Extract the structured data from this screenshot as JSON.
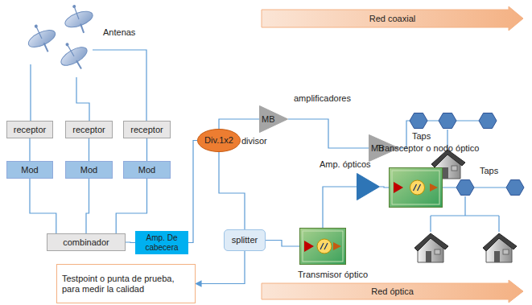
{
  "diagram": {
    "nodes": [
      {
        "text": [
          "Red coaxial"
        ]
      },
      {
        "text": [
          "receptor"
        ]
      },
      {
        "text": [
          "receptor"
        ]
      },
      {
        "text": [
          "receptor"
        ]
      },
      {
        "text": [
          "Mod"
        ]
      },
      {
        "text": [
          "Mod"
        ]
      },
      {
        "text": [
          "Mod"
        ]
      },
      {
        "text": [
          "Div.1x2",
          "divisor"
        ]
      },
      {
        "text": [
          "MB"
        ]
      },
      {
        "text": [
          "MB"
        ]
      },
      {
        "text": [
          "Transceptor o nodo óptico"
        ]
      },
      {
        "text": [
          "Amp. ópticos"
        ]
      },
      {
        "text": [
          "combinador"
        ]
      },
      {
        "text": [
          "Amp. De cabecera"
        ]
      },
      {
        "text": [
          "splitter"
        ]
      },
      {
        "text": [
          "Transmisor óptico"
        ]
      },
      {
        "text": [
          "Testpoint o punta de prueba, para medir la calidad"
        ]
      },
      {
        "text": [
          "Red óptica"
        ]
      }
    ],
    "edges": [
      {
        "from": 1,
        "to": 4,
        "arrow": "none"
      },
      {
        "from": 2,
        "to": 5,
        "arrow": "none"
      },
      {
        "from": 3,
        "to": 6,
        "arrow": "none"
      },
      {
        "from": 4,
        "to": 12,
        "arrow": "none"
      },
      {
        "from": 5,
        "to": 12,
        "arrow": "none"
      },
      {
        "from": 6,
        "to": 12,
        "arrow": "none"
      },
      {
        "from": 12,
        "to": 13,
        "arrow": "none"
      },
      {
        "from": 13,
        "to": 7,
        "arrow": "none"
      },
      {
        "from": 7,
        "to": 8,
        "arrow": "none"
      },
      {
        "from": 8,
        "to": 9,
        "arrow": "none"
      },
      {
        "from": 14,
        "to": 15,
        "arrow": "none"
      },
      {
        "from": 15,
        "to": 11,
        "arrow": "none"
      },
      {
        "from": 11,
        "to": 10,
        "arrow": "none"
      },
      {
        "from": 7,
        "to": 14,
        "arrow": "none"
      },
      {
        "from": 14,
        "to": 16,
        "arrow": "to"
      }
    ],
    "labels": [
      "Antenas",
      "amplificadores",
      "Taps",
      "Taps"
    ]
  }
}
